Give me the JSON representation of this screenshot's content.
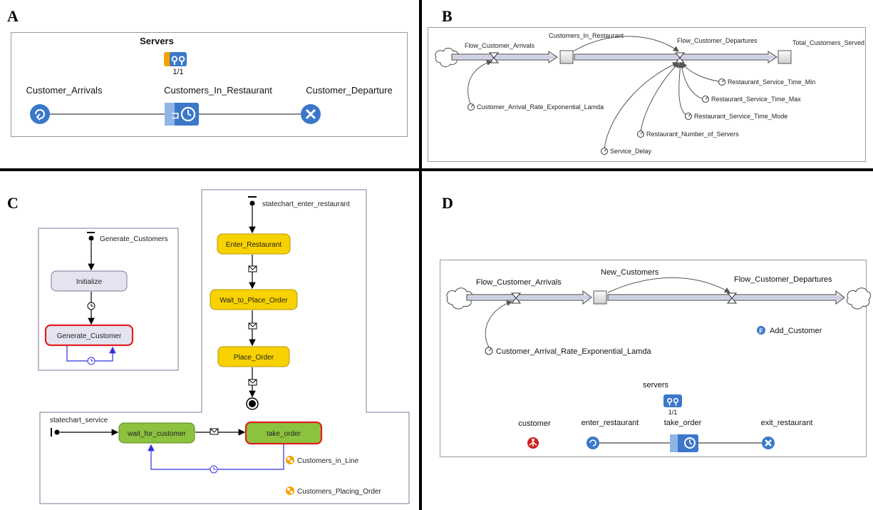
{
  "panels": {
    "A": {
      "label": "A",
      "title": "Servers",
      "resource_count": "1/1",
      "nodes": {
        "source": "Customer_Arrivals",
        "service": "Customers_In_Restaurant",
        "sink": "Customer_Departure"
      }
    },
    "B": {
      "label": "B",
      "stocks": [
        "Customers_In_Restaurant",
        "Total_Customers_Served"
      ],
      "flows": [
        "Flow_Customer_Arrivals",
        "Flow_Customer_Departures"
      ],
      "params": [
        "Customer_Arrival_Rate_Exponential_Lamda",
        "Restaurant_Service_Time_Min",
        "Restaurant_Service_Time_Max",
        "Restaurant_Service_Time_Mode",
        "Restaurant_Number_of_Servers",
        "Service_Delay"
      ]
    },
    "C": {
      "label": "C",
      "chart1": {
        "name": "Generate_Customers",
        "states": [
          "Initialize",
          "Generate_Customer"
        ]
      },
      "chart2": {
        "name": "statechart_enter_restaurant",
        "states": [
          "Enter_Restaurant",
          "Wait_to_Place_Order",
          "Place_Order"
        ]
      },
      "chart3": {
        "name": "statechart_service",
        "states": [
          "wait_for_customer",
          "take_order"
        ],
        "collections": [
          "Customers_in_Line",
          "Customers_Placing_Order"
        ]
      }
    },
    "D": {
      "label": "D",
      "stock": "New_Customers",
      "flows": [
        "Flow_Customer_Arrivals",
        "Flow_Customer_Departures"
      ],
      "param": "Customer_Arrival_Rate_Exponential_Lamda",
      "function": "Add_Customer",
      "resource_title": "servers",
      "resource_count": "1/1",
      "nodes": {
        "agent": "customer",
        "source": "enter_restaurant",
        "service": "take_order",
        "sink": "exit_restaurant"
      }
    }
  },
  "colors": {
    "blue_icon": "#3b78c9",
    "agent_red": "#d21f1f",
    "state_gray": "#e4e4f0",
    "state_yellow": "#f7d200",
    "state_green": "#8cc23e",
    "highlight_red": "#e02020",
    "transition_blue": "#3030e0"
  }
}
